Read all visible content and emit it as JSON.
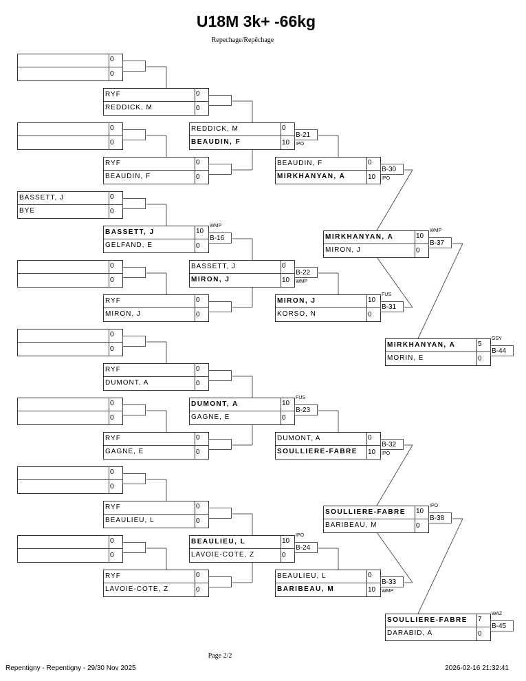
{
  "header": {
    "title": "U18M 3k+ -66kg",
    "subtitle": "Repechage/Repêchage"
  },
  "matches": [
    {
      "id": "r0-1",
      "round": 0,
      "top": {
        "name": "",
        "score": "0"
      },
      "bottom": {
        "name": "",
        "score": "0"
      },
      "label": "",
      "code": ""
    },
    {
      "id": "r0-2",
      "round": 0,
      "top": {
        "name": "",
        "score": "0"
      },
      "bottom": {
        "name": "",
        "score": "0"
      },
      "label": "",
      "code": ""
    },
    {
      "id": "r0-3",
      "round": 0,
      "top": {
        "name": "BASSETT, J",
        "score": "0"
      },
      "bottom": {
        "name": "BYE",
        "score": "0"
      },
      "label": "",
      "code": ""
    },
    {
      "id": "r0-4",
      "round": 0,
      "top": {
        "name": "",
        "score": "0"
      },
      "bottom": {
        "name": "",
        "score": "0"
      },
      "label": "",
      "code": ""
    },
    {
      "id": "r0-5",
      "round": 0,
      "top": {
        "name": "",
        "score": "0"
      },
      "bottom": {
        "name": "",
        "score": "0"
      },
      "label": "",
      "code": ""
    },
    {
      "id": "r0-6",
      "round": 0,
      "top": {
        "name": "",
        "score": "0"
      },
      "bottom": {
        "name": "",
        "score": "0"
      },
      "label": "",
      "code": ""
    },
    {
      "id": "r0-7",
      "round": 0,
      "top": {
        "name": "",
        "score": "0"
      },
      "bottom": {
        "name": "",
        "score": "0"
      },
      "label": "",
      "code": ""
    },
    {
      "id": "r0-8",
      "round": 0,
      "top": {
        "name": "",
        "score": "0"
      },
      "bottom": {
        "name": "",
        "score": "0"
      },
      "label": "",
      "code": ""
    },
    {
      "id": "r1-1",
      "round": 1,
      "top": {
        "name": "RYF",
        "score": "0"
      },
      "bottom": {
        "name": "REDDICK, M",
        "score": "0"
      },
      "label": "",
      "code": ""
    },
    {
      "id": "r1-2",
      "round": 1,
      "top": {
        "name": "RYF",
        "score": "0"
      },
      "bottom": {
        "name": "BEAUDIN, F",
        "score": "0"
      },
      "label": "",
      "code": ""
    },
    {
      "id": "r1-3",
      "round": 1,
      "top": {
        "name": "BASSETT, J",
        "score": "10",
        "winner": true
      },
      "bottom": {
        "name": "GELFAND, E",
        "score": "0"
      },
      "label": "B-16",
      "code": "WMP"
    },
    {
      "id": "r1-4",
      "round": 1,
      "top": {
        "name": "RYF",
        "score": "0"
      },
      "bottom": {
        "name": "MIRON, J",
        "score": "0"
      },
      "label": "",
      "code": ""
    },
    {
      "id": "r1-5",
      "round": 1,
      "top": {
        "name": "RYF",
        "score": "0"
      },
      "bottom": {
        "name": "DUMONT, A",
        "score": "0"
      },
      "label": "",
      "code": ""
    },
    {
      "id": "r1-6",
      "round": 1,
      "top": {
        "name": "RYF",
        "score": "0"
      },
      "bottom": {
        "name": "GAGNE, E",
        "score": "0"
      },
      "label": "",
      "code": ""
    },
    {
      "id": "r1-7",
      "round": 1,
      "top": {
        "name": "RYF",
        "score": "0"
      },
      "bottom": {
        "name": "BEAULIEU, L",
        "score": "0"
      },
      "label": "",
      "code": ""
    },
    {
      "id": "r1-8",
      "round": 1,
      "top": {
        "name": "RYF",
        "score": "0"
      },
      "bottom": {
        "name": "LAVOIE-COTE, Z",
        "score": "0"
      },
      "label": "",
      "code": ""
    },
    {
      "id": "r2-1",
      "round": 2,
      "top": {
        "name": "REDDICK, M",
        "score": "0"
      },
      "bottom": {
        "name": "BEAUDIN, F",
        "score": "10",
        "winner": true
      },
      "label": "B-21",
      "code": "IPO"
    },
    {
      "id": "r2-2",
      "round": 2,
      "top": {
        "name": "BASSETT, J",
        "score": "0"
      },
      "bottom": {
        "name": "MIRON, J",
        "score": "10",
        "winner": true
      },
      "label": "B-22",
      "code": "WMP"
    },
    {
      "id": "r2-3",
      "round": 2,
      "top": {
        "name": "DUMONT, A",
        "score": "10",
        "winner": true
      },
      "bottom": {
        "name": "GAGNE, E",
        "score": "0"
      },
      "label": "B-23",
      "code": "FUS"
    },
    {
      "id": "r2-4",
      "round": 2,
      "top": {
        "name": "BEAULIEU, L",
        "score": "10",
        "winner": true
      },
      "bottom": {
        "name": "LAVOIE-COTE, Z",
        "score": "0"
      },
      "label": "B-24",
      "code": "IPO"
    },
    {
      "id": "r3-1",
      "round": 3,
      "top": {
        "name": "BEAUDIN, F",
        "score": "0"
      },
      "bottom": {
        "name": "MIRKHANYAN, A",
        "score": "10",
        "winner": true
      },
      "label": "B-30",
      "code": "IPO"
    },
    {
      "id": "r3-2",
      "round": 3,
      "top": {
        "name": "MIRON, J",
        "score": "10",
        "winner": true
      },
      "bottom": {
        "name": "KORSO, N",
        "score": "0"
      },
      "label": "B-31",
      "code": "FUS"
    },
    {
      "id": "r3-3",
      "round": 3,
      "top": {
        "name": "DUMONT, A",
        "score": "0"
      },
      "bottom": {
        "name": "SOULLIERE-FABRE",
        "score": "10",
        "winner": true
      },
      "label": "B-32",
      "code": "IPO"
    },
    {
      "id": "r3-4",
      "round": 3,
      "top": {
        "name": "BEAULIEU, L",
        "score": "0"
      },
      "bottom": {
        "name": "BARIBEAU, M",
        "score": "10",
        "winner": true
      },
      "label": "B-33",
      "code": "WMP"
    },
    {
      "id": "r4-1",
      "round": 4,
      "top": {
        "name": "MIRKHANYAN, A",
        "score": "10",
        "winner": true
      },
      "bottom": {
        "name": "MIRON, J",
        "score": "0"
      },
      "label": "B-37",
      "code": "WMP"
    },
    {
      "id": "r4-2",
      "round": 4,
      "top": {
        "name": "SOULLIERE-FABRE",
        "score": "10",
        "winner": true
      },
      "bottom": {
        "name": "BARIBEAU, M",
        "score": "0"
      },
      "label": "B-38",
      "code": "IPO"
    },
    {
      "id": "r5-1",
      "round": 5,
      "top": {
        "name": "MIRKHANYAN, A",
        "score": "5",
        "winner": true
      },
      "bottom": {
        "name": "MORIN, E",
        "score": "0"
      },
      "label": "B-44",
      "code": "GSY"
    },
    {
      "id": "r5-2",
      "round": 5,
      "top": {
        "name": "SOULLIERE-FABRE",
        "score": "7",
        "winner": true
      },
      "bottom": {
        "name": "DARABID, A",
        "score": "0"
      },
      "label": "B-45",
      "code": "WAZ"
    }
  ],
  "footer": {
    "page": "Page 2/2",
    "event": "Repentigny - Repentigny - 29/30 Nov 2025",
    "timestamp": "2026-02-16 21:32:41"
  }
}
